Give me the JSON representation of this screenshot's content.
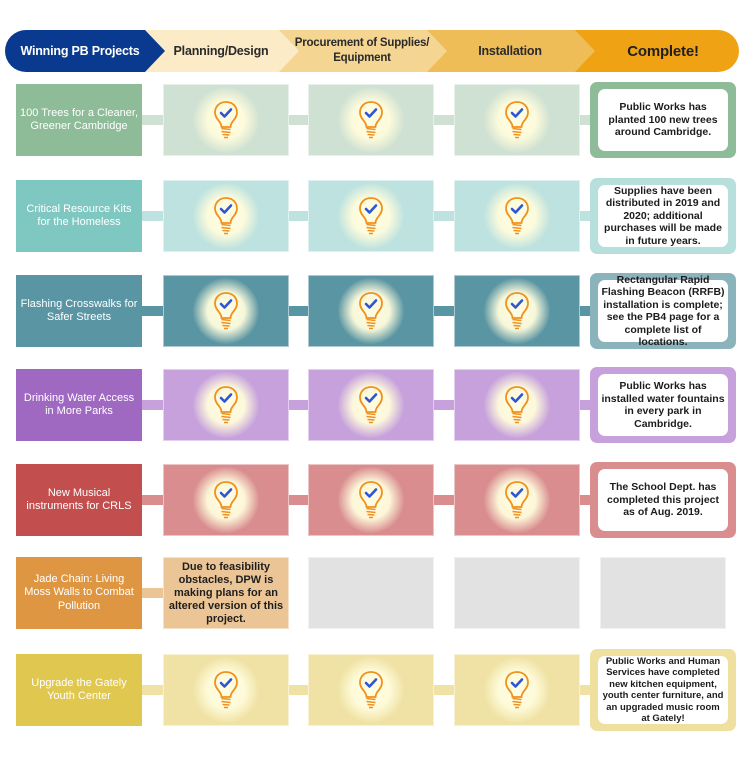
{
  "header": {
    "stages": [
      {
        "label": "Winning PB Projects",
        "color": "#0a3a8f"
      },
      {
        "label": "Planning/Design",
        "color": "#fbebc6"
      },
      {
        "label": "Procurement of Supplies/ Equipment",
        "color": "#f5d592"
      },
      {
        "label": "Installation",
        "color": "#efbd57"
      },
      {
        "label": "Complete!",
        "color": "#eea214"
      }
    ]
  },
  "icons": {
    "stage_done": "lightbulb-check-icon"
  },
  "projects": [
    {
      "name": "100 Trees for a Cleaner, Greener Cambridge",
      "name_color": "#8ebb98",
      "stage_color": "#cfe1d2",
      "frame_color": "#8ebb98",
      "stages_done": [
        true,
        true,
        true
      ],
      "complete_text": "Public Works has planted 100 new trees around Cambridge."
    },
    {
      "name": "Critical Resource Kits for the Homeless",
      "name_color": "#7fc8c2",
      "stage_color": "#bde2df",
      "frame_color": "#b7dfdc",
      "stages_done": [
        true,
        true,
        true
      ],
      "complete_text": "Supplies have been distributed in 2019 and 2020; additional purchases will be made in future years."
    },
    {
      "name": "Flashing Crosswalks for Safer Streets",
      "name_color": "#5a95a3",
      "stage_color": "#5a95a3",
      "frame_color": "#8bb3bc",
      "stages_done": [
        true,
        true,
        true
      ],
      "complete_text": "Rectangular Rapid Flashing Beacon (RRFB) installation is complete; see the PB4 page for a complete list of locations."
    },
    {
      "name": "Drinking Water Access in More Parks",
      "name_color": "#9f69c2",
      "stage_color": "#c6a1dc",
      "frame_color": "#c6a1dc",
      "stages_done": [
        true,
        true,
        true
      ],
      "complete_text": "Public Works has installed water fountains in every park in Cambridge."
    },
    {
      "name": "New Musical instruments for CRLS",
      "name_color": "#c24e4e",
      "stage_color": "#d98d8f",
      "frame_color": "#d98d8f",
      "stages_done": [
        true,
        true,
        true
      ],
      "complete_text": "The School Dept. has completed this project as of Aug. 2019."
    },
    {
      "name": "Jade Chain: Living Moss Walls to Combat Pollution",
      "name_color": "#df9642",
      "stage_color": "#ecc597",
      "frame_color": "#e2e2e2",
      "stages_done": [
        false,
        false,
        false
      ],
      "planning_note": "Due to feasibility obstacles, DPW is making plans for an altered version of this project.",
      "complete_text": ""
    },
    {
      "name": "Upgrade the Gately Youth Center",
      "name_color": "#e0c74f",
      "stage_color": "#f0e2a4",
      "frame_color": "#efe0a0",
      "stages_done": [
        true,
        true,
        true
      ],
      "complete_text": "Public Works and Human Services have completed new kitchen equipment, youth center furniture, and an upgraded music room at Gately!"
    }
  ]
}
